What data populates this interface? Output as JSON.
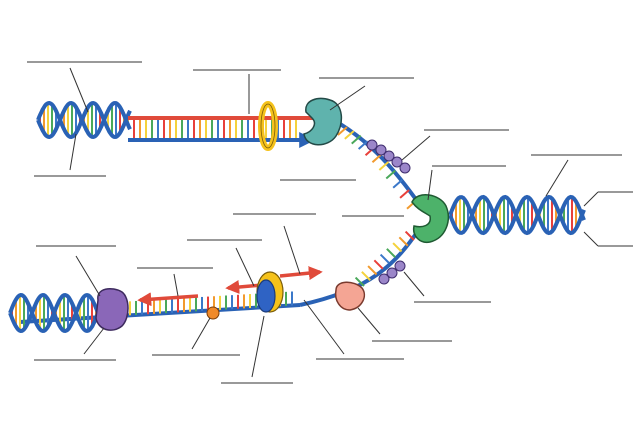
{
  "diagram": {
    "kind": "dna-replication-fork-worksheet",
    "label_blanks": [
      "parental-dna-label-blank",
      "dna-polymerase-leading-label-blank",
      "primer-label-blank",
      "single-strand-binding-protein-label-blank",
      "helicase-label-blank",
      "double-helix-label-blank",
      "strand-end-label-blank-top",
      "strand-end-label-blank-bottom",
      "topoisomerase-label-blank",
      "lagging-polymerase-label-blank",
      "primase-label-blank",
      "okazaki-fragment-label-blank",
      "ligase-label-blank",
      "rna-primer-label-blank"
    ],
    "colors": {
      "backbone": "#2a62b5",
      "base_red": "#e8403a",
      "base_orange": "#f29a2e",
      "base_yellow": "#f4d23c",
      "base_green": "#4aa85a",
      "base_blue": "#3b78c9",
      "rna_primer": "#e04a3a",
      "clamp_yellow": "#f5c21b",
      "helicase_green": "#4db26a",
      "polymerase_teal": "#5fb3ad",
      "ligase_purple": "#8a67b8",
      "primase_pink": "#f4a594",
      "ssb_purple": "#9b86c9",
      "small_orange": "#f08a2a",
      "leader_line": "#333333"
    }
  }
}
